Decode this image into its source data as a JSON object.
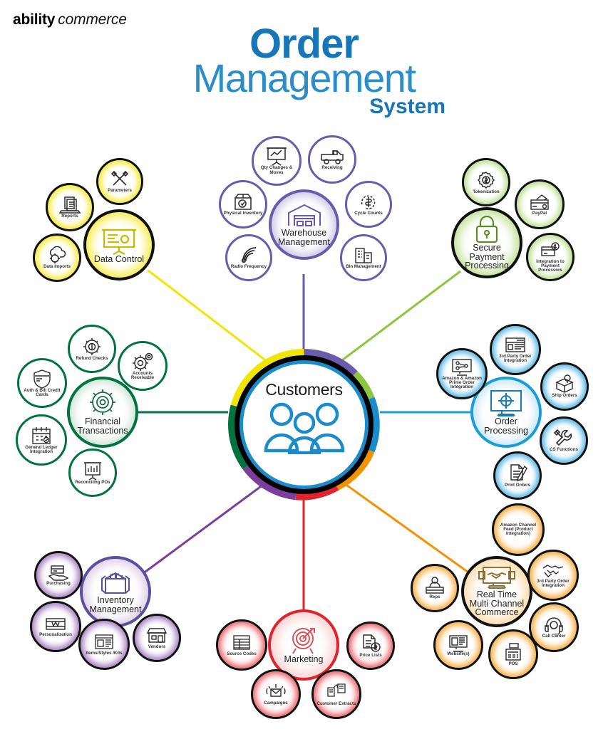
{
  "brand": {
    "name_bold": "ability",
    "name_italic": "commerce"
  },
  "title": {
    "line1": "Order",
    "line2": "Management",
    "line3": "System"
  },
  "hub": {
    "label": "Customers",
    "icon": "people-icon",
    "ring_colors": [
      "#f2e500",
      "#00833e",
      "#7a3f9d",
      "#e1232e",
      "#f29200",
      "#1b8ccb",
      "#8cc63e",
      "#6b5cab"
    ]
  },
  "chart_data": {
    "type": "diagram",
    "title": "Order Management System",
    "center": "Customers",
    "clusters": [
      {
        "name": "Data Control",
        "color": "#f2e500",
        "icon": "presentation-chart-icon",
        "children": [
          {
            "label": "Parameters",
            "icon": "pencil-ruler-icon"
          },
          {
            "label": "Reports",
            "icon": "laptop-documents-icon"
          },
          {
            "label": "Data Imports",
            "icon": "cloud-gear-icon"
          }
        ]
      },
      {
        "name": "Warehouse Management",
        "color": "#6b5cab",
        "icon": "warehouse-icon",
        "children": [
          {
            "label": "Qty Changes & Moves",
            "icon": "chart-board-icon"
          },
          {
            "label": "Receiving",
            "icon": "truck-icon"
          },
          {
            "label": "Physical Inventory",
            "icon": "box-check-icon"
          },
          {
            "label": "Cycle Counts",
            "icon": "dollar-cycle-icon"
          },
          {
            "label": "Radio Frequency",
            "icon": "rf-signal-icon"
          },
          {
            "label": "Bin Management",
            "icon": "building-icon"
          }
        ]
      },
      {
        "name": "Secure Payment Processing",
        "color": "#8cc63e",
        "icon": "padlock-icon",
        "children": [
          {
            "label": "Tokenization",
            "icon": "gear-dollar-icon"
          },
          {
            "label": "PayPal",
            "icon": "card-money-icon"
          },
          {
            "label": "Integration to Payment Processors",
            "icon": "card-transfer-icon"
          }
        ]
      },
      {
        "name": "Financial Transactions",
        "color": "#00733e",
        "icon": "gears-cluster-icon",
        "children": [
          {
            "label": "Refund Checks",
            "icon": "gear-dollar-icon"
          },
          {
            "label": "Accounts Receivable",
            "icon": "gears-icon"
          },
          {
            "label": "Auth & Bill Credit Cards",
            "icon": "shield-card-icon"
          },
          {
            "label": "General Ledger Integration",
            "icon": "calendar-check-icon"
          },
          {
            "label": "Reconciling POs",
            "icon": "bar-chart-board-icon"
          }
        ]
      },
      {
        "name": "Order Processing",
        "color": "#1b9dd9",
        "icon": "monitor-gear-icon",
        "children": [
          {
            "label": "Amazon & Amazon Prime Order Integration",
            "icon": "monitor-network-icon"
          },
          {
            "label": "3rd Party Order Integration",
            "icon": "browser-window-icon"
          },
          {
            "label": "Ship Orders",
            "icon": "package-pin-icon"
          },
          {
            "label": "CS Functions",
            "icon": "tools-icon"
          },
          {
            "label": "Print Orders",
            "icon": "document-pen-icon"
          }
        ]
      },
      {
        "name": "Real Time Multi Channel Commerce",
        "color": "#f29200",
        "icon": "monitor-handshake-icon",
        "children": [
          {
            "label": "Amazon Channel Feed (Product Integration)",
            "icon": "feed-icon"
          },
          {
            "label": "3rd Party Order Integration",
            "icon": "handshake-icon"
          },
          {
            "label": "Call Center",
            "icon": "headset-icon"
          },
          {
            "label": "POS",
            "icon": "cash-register-icon"
          },
          {
            "label": "Website(s)",
            "icon": "monitor-layout-icon"
          },
          {
            "label": "Reps",
            "icon": "person-desk-icon"
          }
        ]
      },
      {
        "name": "Marketing",
        "color": "#e1232e",
        "icon": "target-arrow-icon",
        "children": [
          {
            "label": "Source Codes",
            "icon": "table-list-icon"
          },
          {
            "label": "Price Lists",
            "icon": "document-dollar-icon"
          },
          {
            "label": "Campaigns",
            "icon": "envelope-broadcast-icon"
          },
          {
            "label": "Customer Extracts",
            "icon": "documents-transfer-icon"
          }
        ]
      },
      {
        "name": "Inventory Management",
        "color": "#7a3f9d",
        "icon": "boxes-icon",
        "children": [
          {
            "label": "Purchasing",
            "icon": "hand-card-icon"
          },
          {
            "label": "Personalization",
            "icon": "monogram-icon"
          },
          {
            "label": "Items/Styles /Kits",
            "icon": "catalog-icon"
          },
          {
            "label": "Vendors",
            "icon": "storefront-icon"
          }
        ]
      }
    ]
  }
}
